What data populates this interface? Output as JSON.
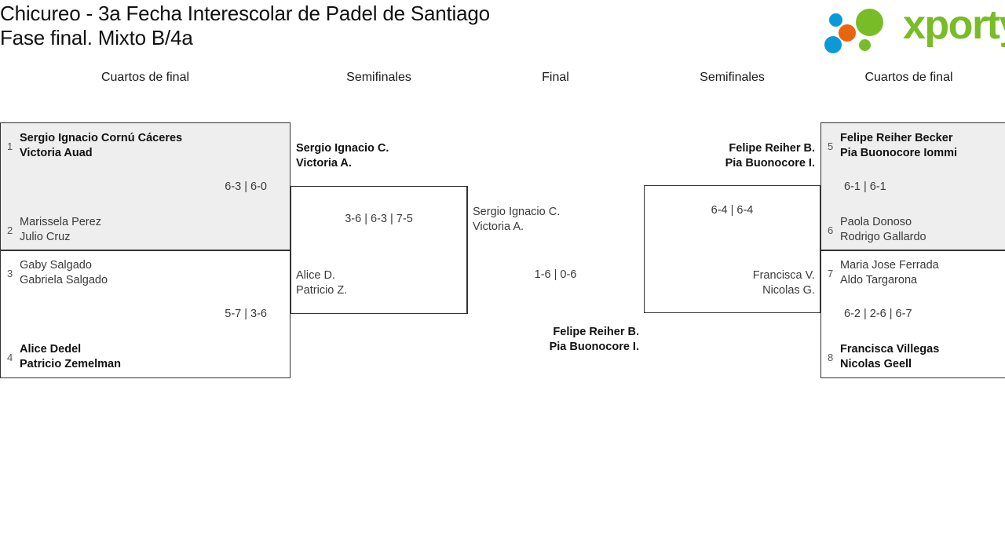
{
  "header": {
    "title": "Chicureo - 3a Fecha Interescolar de Padel de Santiago\nFase final. Mixto B/4a",
    "logo_text": "xporty",
    "logo_colors": {
      "green": "#78bc28",
      "blue": "#0b9ad6",
      "orange": "#e8650d"
    }
  },
  "rounds": [
    {
      "id": "qf-left",
      "label": "Cuartos de final"
    },
    {
      "id": "sf-left",
      "label": "Semifinales"
    },
    {
      "id": "final",
      "label": "Final"
    },
    {
      "id": "sf-right",
      "label": "Semifinales"
    },
    {
      "id": "qf-right",
      "label": "Cuartos de final"
    }
  ],
  "matches": {
    "qf1": {
      "seed_top": "1",
      "team_top": "Sergio Ignacio Cornú Cáceres\nVictoria Auad",
      "seed_bottom": "2",
      "team_bottom": "Marissela Perez\nJulio Cruz",
      "score": "6-3 | 6-0"
    },
    "qf2": {
      "seed_top": "3",
      "team_top": "Gaby Salgado\nGabriela Salgado",
      "seed_bottom": "4",
      "team_bottom": "Alice Dedel\nPatricio Zemelman",
      "score": "5-7 | 3-6"
    },
    "sf_left": {
      "team_top": "Sergio Ignacio C.\nVictoria A.",
      "team_bottom": "Alice D.\nPatricio Z.",
      "score": "3-6 | 6-3 | 7-5"
    },
    "final": {
      "team_top": "Sergio Ignacio C.\nVictoria A.",
      "team_bottom": "Felipe Reiher B.\nPia Buonocore I.",
      "score": "1-6 | 0-6"
    },
    "sf_right": {
      "team_top": "Felipe Reiher B.\nPia Buonocore I.",
      "team_bottom": "Francisca V.\nNicolas G.",
      "score": "6-4 | 6-4"
    },
    "qf3": {
      "seed_top": "5",
      "team_top": "Felipe Reiher Becker\nPia Buonocore Iommi",
      "seed_bottom": "6",
      "team_bottom": "Paola Donoso\nRodrigo Gallardo",
      "score": "6-1 | 6-1"
    },
    "qf4": {
      "seed_top": "7",
      "team_top": "Maria Jose Ferrada\nAldo Targarona",
      "seed_bottom": "8",
      "team_bottom": "Francisca Villegas\nNicolas Geell",
      "score": "6-2 | 2-6 | 6-7"
    }
  }
}
